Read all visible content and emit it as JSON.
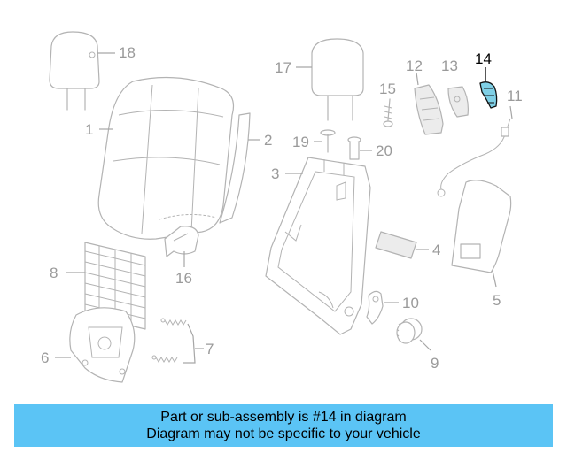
{
  "labels": {
    "l1": "1",
    "l2": "2",
    "l3": "3",
    "l4": "4",
    "l5": "5",
    "l6": "6",
    "l7": "7",
    "l8": "8",
    "l9": "9",
    "l10": "10",
    "l11": "11",
    "l12": "12",
    "l13": "13",
    "l14": "14",
    "l15": "15",
    "l16": "16",
    "l17": "17",
    "l18": "18",
    "l19": "19",
    "l20": "20"
  },
  "highlight_color": "#7fd0e6",
  "banner_color": "#5bc4f5",
  "banner": {
    "line1": "Part or sub-assembly is #14 in diagram",
    "line2": "Diagram may not be specific to your vehicle"
  }
}
